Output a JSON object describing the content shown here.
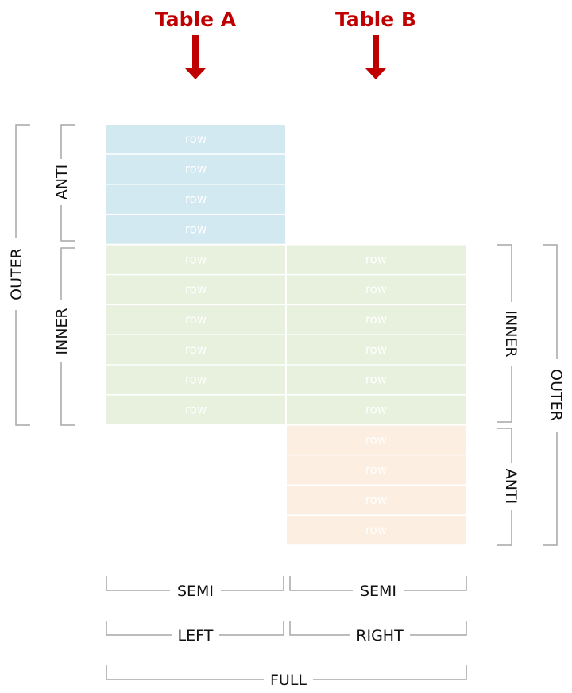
{
  "headers": {
    "table_a": "Table A",
    "table_b": "Table B"
  },
  "colors": {
    "title": "#c00000",
    "anti_a": "#d2e9f1",
    "inner": "#e8f0de",
    "anti_b": "#fdeee2"
  },
  "table_a": {
    "anti_rows": [
      "row",
      "row",
      "row",
      "row"
    ],
    "inner_rows": [
      "row",
      "row",
      "row",
      "row",
      "row",
      "row"
    ]
  },
  "table_b": {
    "inner_rows": [
      "row",
      "row",
      "row",
      "row",
      "row",
      "row"
    ],
    "anti_rows": [
      "row",
      "row",
      "row",
      "row"
    ]
  },
  "left_labels": {
    "outer": "OUTER",
    "anti": "ANTI",
    "inner": "INNER"
  },
  "right_labels": {
    "inner": "INNER",
    "anti": "ANTI",
    "outer": "OUTER"
  },
  "bottom_labels": {
    "semi_left": "SEMI",
    "semi_right": "SEMI",
    "left": "LEFT",
    "right": "RIGHT",
    "full": "FULL"
  }
}
